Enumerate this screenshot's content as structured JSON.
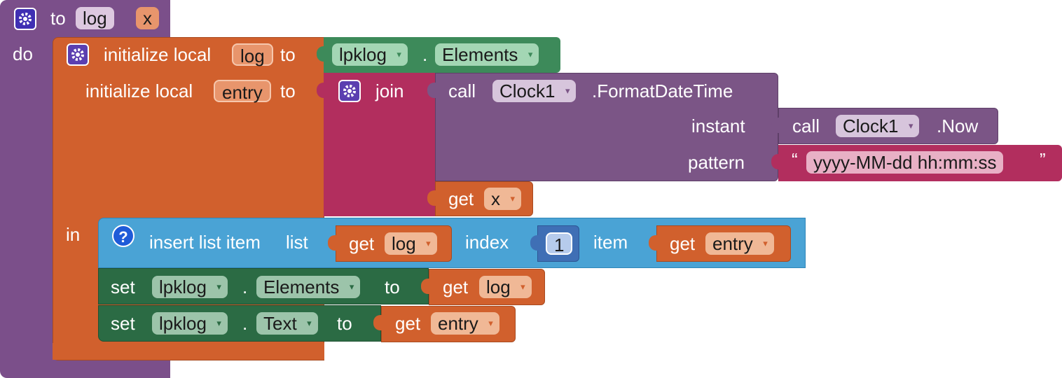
{
  "procedure": {
    "keyword_to": "to",
    "name": "log",
    "param": "x",
    "keyword_do": "do"
  },
  "init_log": {
    "label": "initialize local",
    "var": "log",
    "to": "to"
  },
  "init_entry": {
    "label": "initialize local",
    "var": "entry",
    "to": "to"
  },
  "lpk_elements_getter": {
    "component": "lpklog",
    "dot": ".",
    "property": "Elements"
  },
  "join": {
    "label": "join"
  },
  "format_call": {
    "call": "call",
    "component": "Clock1",
    "method": ".FormatDateTime",
    "arg_instant": "instant",
    "arg_pattern": "pattern"
  },
  "now_call": {
    "call": "call",
    "component": "Clock1",
    "method": ".Now"
  },
  "pattern_string": {
    "open_quote": "“",
    "value": "yyyy-MM-dd hh:mm:ss",
    "close_quote": "”"
  },
  "get_x": {
    "get": "get",
    "var": "x"
  },
  "in_label": "in",
  "insert": {
    "help": "?",
    "label": "insert list item",
    "list": "list",
    "index": "index",
    "index_value": "1",
    "item": "item",
    "get_log": {
      "get": "get",
      "var": "log"
    },
    "get_entry": {
      "get": "get",
      "var": "entry"
    }
  },
  "set_elements": {
    "set": "set",
    "component": "lpklog",
    "dot": ".",
    "property": "Elements",
    "to": "to",
    "get": "get",
    "var": "log"
  },
  "set_text": {
    "set": "set",
    "component": "lpklog",
    "dot": ".",
    "property": "Text",
    "to": "to",
    "get": "get",
    "var": "entry"
  },
  "dropdown_arrow": "▾",
  "colors": {
    "procedure": "#7b4f8a",
    "variable": "#d1602d",
    "component": "#3d8a5a",
    "text": "#b22e5e",
    "call": "#7b5586",
    "list": "#4aa3d5",
    "math": "#3f6fb5",
    "setter": "#2b6b44"
  }
}
